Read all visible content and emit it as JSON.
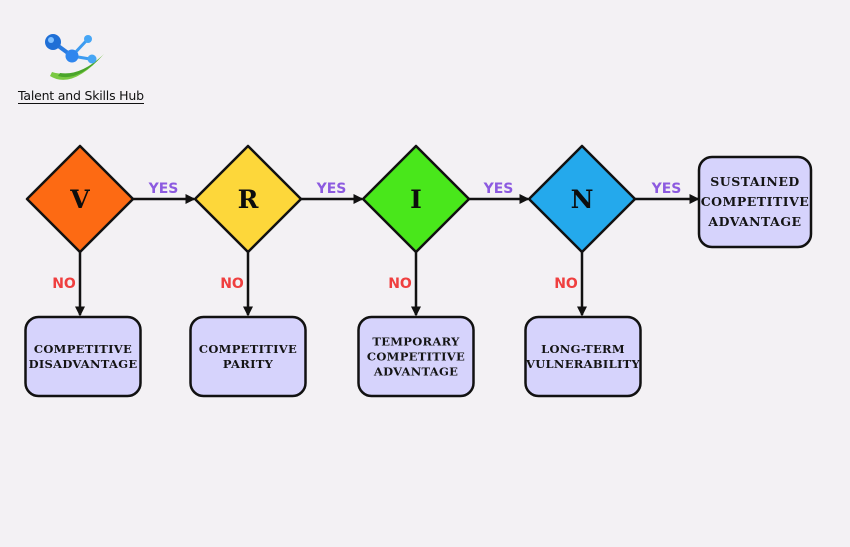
{
  "brand": {
    "name": "Talent and Skills Hub"
  },
  "steps": [
    {
      "letter": "V",
      "color": "#fd6a13",
      "yes_label": "YES",
      "no_label": "NO",
      "outcome_lines": [
        "COMPETITIVE",
        "DISADVANTAGE"
      ]
    },
    {
      "letter": "R",
      "color": "#fdd73a",
      "yes_label": "YES",
      "no_label": "NO",
      "outcome_lines": [
        "COMPETITIVE",
        "PARITY"
      ]
    },
    {
      "letter": "I",
      "color": "#49e71b",
      "yes_label": "YES",
      "no_label": "NO",
      "outcome_lines": [
        "TEMPORARY",
        "COMPETITIVE",
        "ADVANTAGE"
      ]
    },
    {
      "letter": "N",
      "color": "#24a9ec",
      "yes_label": "YES",
      "no_label": "NO",
      "outcome_lines": [
        "LONG-TERM",
        "VULNERABILITY"
      ]
    }
  ],
  "final_outcome": {
    "lines": [
      "SUSTAINED",
      "COMPETITIVE",
      "ADVANTAGE"
    ]
  },
  "colors": {
    "yes": "#8c5ae0",
    "no": "#ef3f3f",
    "box_fill": "#d6d3fc",
    "stroke": "#111111",
    "background": "#f3f1f4"
  }
}
